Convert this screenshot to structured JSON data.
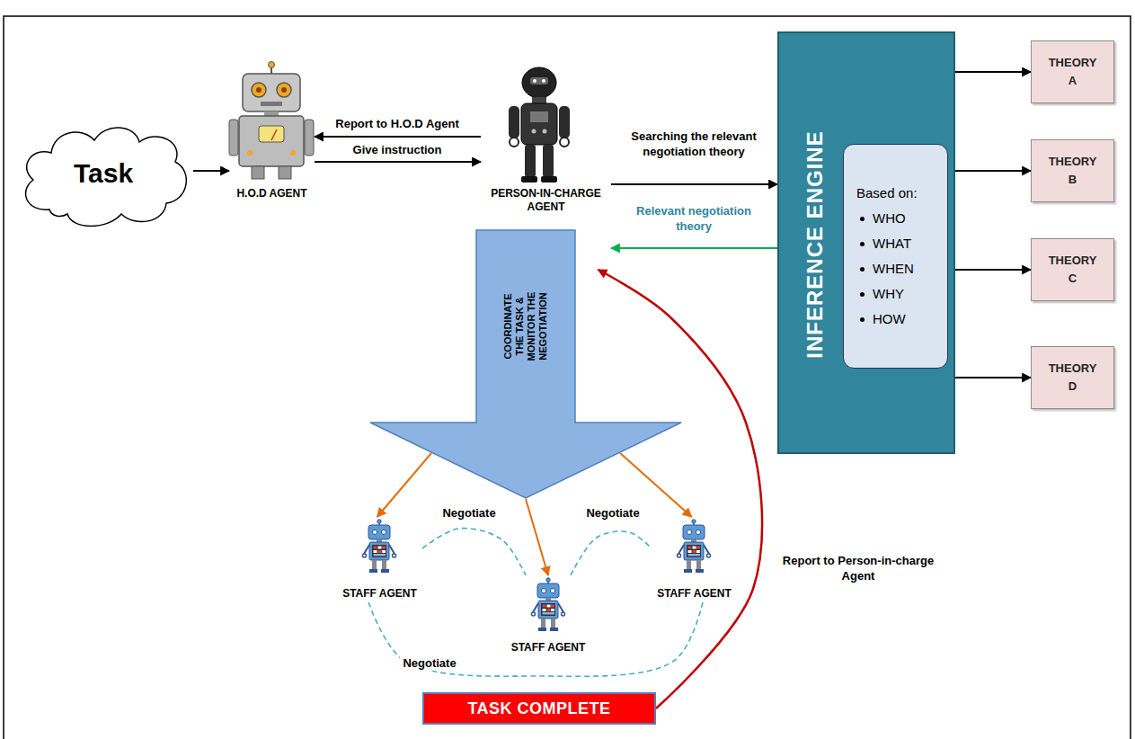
{
  "diagram": {
    "nodes": [
      {
        "text": [
          "Task"
        ]
      },
      {
        "text": [
          "H.O.D AGENT"
        ]
      },
      {
        "text": [
          "PERSON-IN-CHARGE AGENT"
        ]
      },
      {
        "text": [
          "INFERENCE ENGINE"
        ]
      },
      {
        "text": [
          "Based on:",
          "WHO",
          "WHAT",
          "WHEN",
          "WHY",
          "HOW"
        ],
        "in": 3
      },
      {
        "text": [
          "THEORY A"
        ]
      },
      {
        "text": [
          "THEORY B"
        ]
      },
      {
        "text": [
          "THEORY C"
        ]
      },
      {
        "text": [
          "THEORY D"
        ]
      },
      {
        "text": [
          "COORDINATE THE TASK & MONITOR THE NEGOTIATION"
        ]
      },
      {
        "text": [
          "STAFF AGENT"
        ]
      },
      {
        "text": [
          "STAFF AGENT"
        ]
      },
      {
        "text": [
          "STAFF AGENT"
        ]
      },
      {
        "text": [
          "TASK COMPLETE"
        ]
      }
    ],
    "edges": [
      {
        "from": 0,
        "to": 1,
        "arrow": "to"
      },
      {
        "from": 2,
        "to": 1,
        "label": "Report to H.O.D Agent",
        "arrow": "to"
      },
      {
        "from": 1,
        "to": 2,
        "label": "Give instruction",
        "arrow": "to"
      },
      {
        "from": 2,
        "to": 3,
        "label": "Searching the relevant negotiation theory",
        "arrow": "to"
      },
      {
        "from": 3,
        "to": 2,
        "label": "Relevant negotiation theory",
        "arrow": "to"
      },
      {
        "from": 3,
        "to": 5,
        "arrow": "to"
      },
      {
        "from": 3,
        "to": 6,
        "arrow": "to"
      },
      {
        "from": 3,
        "to": 7,
        "arrow": "to"
      },
      {
        "from": 3,
        "to": 8,
        "arrow": "to"
      },
      {
        "from": 9,
        "to": 10,
        "arrow": "to"
      },
      {
        "from": 9,
        "to": 11,
        "arrow": "to"
      },
      {
        "from": 9,
        "to": 12,
        "arrow": "to"
      },
      {
        "from": 10,
        "to": 11,
        "label": "Negotiate",
        "arrow": "none"
      },
      {
        "from": 11,
        "to": 12,
        "label": "Negotiate",
        "arrow": "none"
      },
      {
        "from": 10,
        "to": 12,
        "label": "Negotiate",
        "arrow": "none"
      },
      {
        "from": 13,
        "to": 2,
        "label": "Report to Person-in-charge Agent",
        "arrow": "to"
      }
    ]
  }
}
